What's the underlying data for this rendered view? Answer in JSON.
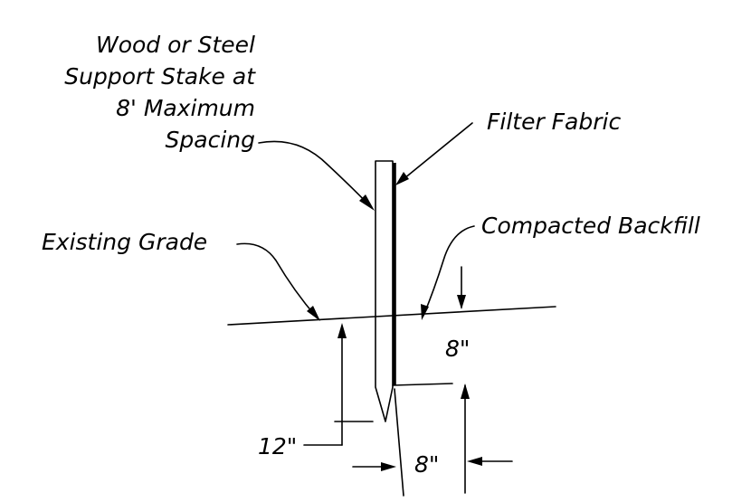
{
  "labels": {
    "stake_line1": "Wood or Steel",
    "stake_line2": "Support Stake at",
    "stake_line3": "8' Maximum",
    "stake_line4": "Spacing",
    "filter_fabric": "Filter Fabric",
    "compacted_backfill": "Compacted Backfill",
    "existing_grade": "Existing Grade",
    "dim_depth_fabric": "8\"",
    "dim_depth_stake": "12\"",
    "dim_width": "8\""
  },
  "colors": {
    "ink": "#000000",
    "background": "#ffffff"
  }
}
